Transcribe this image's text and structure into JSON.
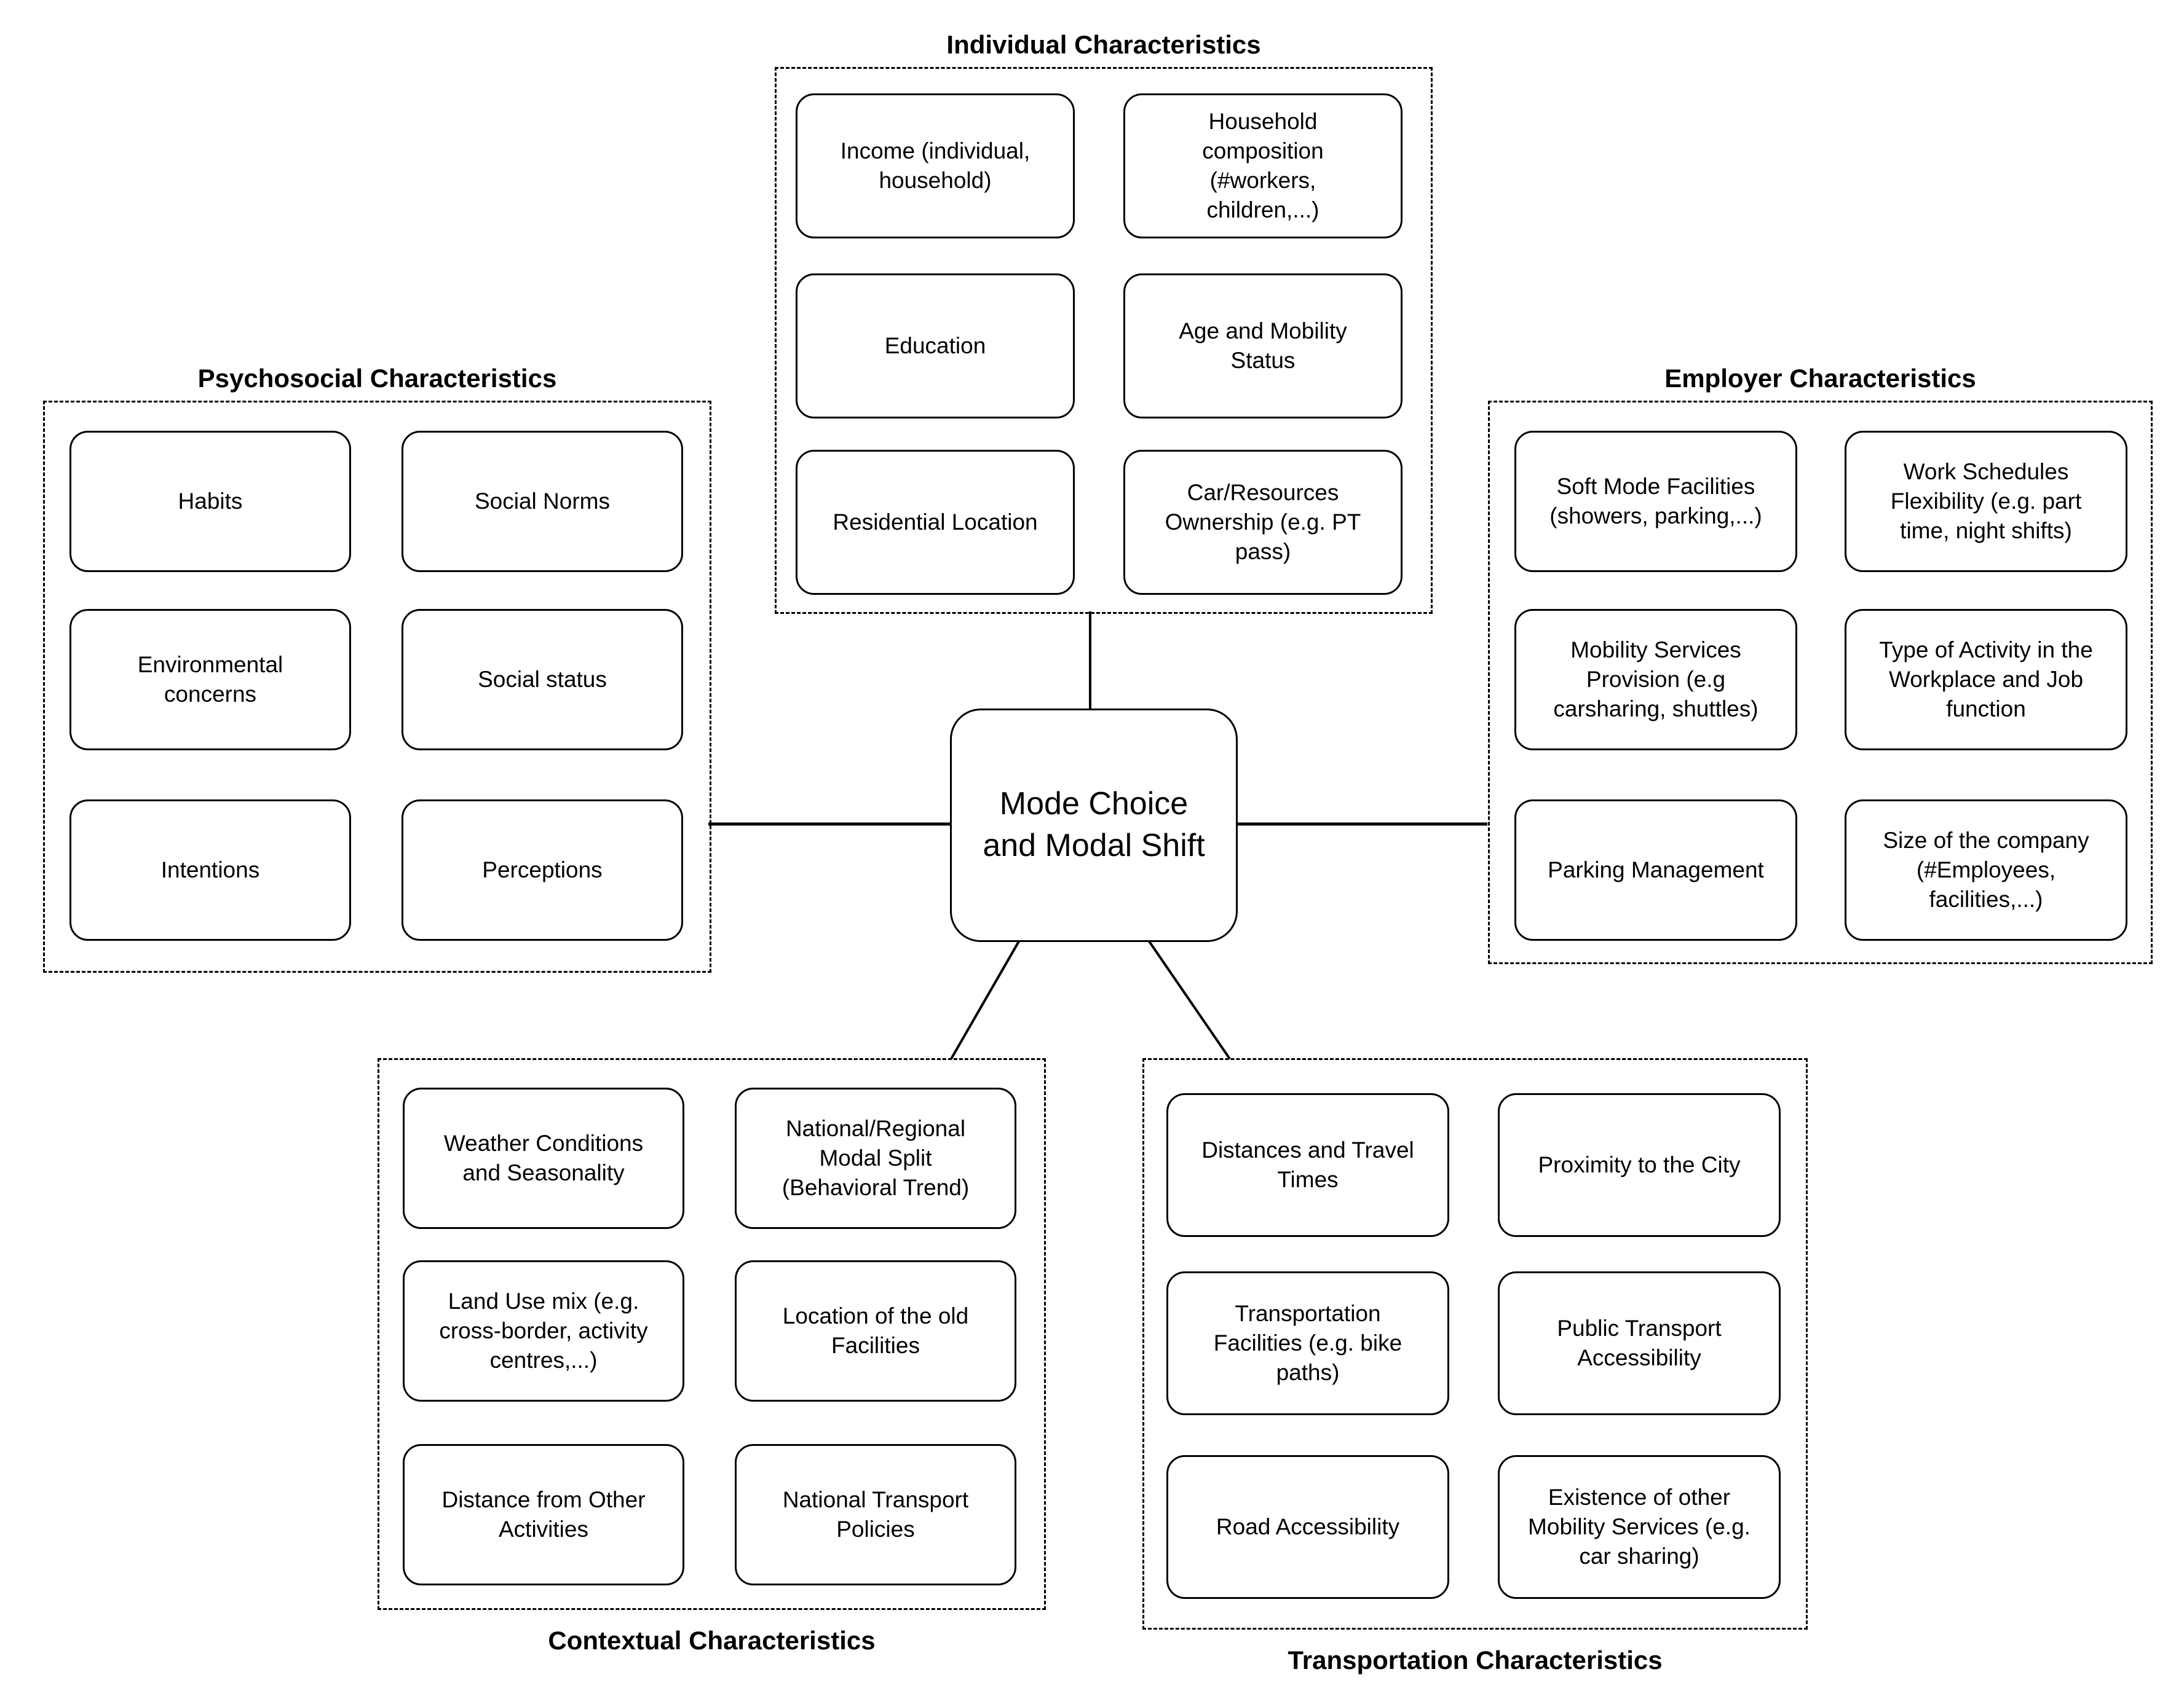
{
  "colors": {
    "ink": "#000000",
    "background": "#ffffff"
  },
  "center": {
    "label": "Mode Choice\nand Modal Shift"
  },
  "groups": {
    "individual": {
      "title": "Individual Characteristics",
      "items": [
        "Income (individual,\nhousehold)",
        "Household\ncomposition\n(#workers,\nchildren,...)",
        "Education",
        "Age and Mobility\nStatus",
        "Residential Location",
        "Car/Resources\nOwnership (e.g. PT\npass)"
      ]
    },
    "psychosocial": {
      "title": "Psychosocial Characteristics",
      "items": [
        "Habits",
        "Social Norms",
        "Environmental\nconcerns",
        "Social status",
        "Intentions",
        "Perceptions"
      ]
    },
    "employer": {
      "title": "Employer Characteristics",
      "items": [
        "Soft Mode Facilities\n(showers, parking,...)",
        "Work Schedules\nFlexibility (e.g. part\ntime, night shifts)",
        "Mobility Services\nProvision (e.g\ncarsharing, shuttles)",
        "Type of Activity in the\nWorkplace and Job\nfunction",
        "Parking Management",
        "Size of the company\n(#Employees,\nfacilities,...)"
      ]
    },
    "contextual": {
      "title": "Contextual Characteristics",
      "items": [
        "Weather Conditions\nand Seasonality",
        "National/Regional\nModal Split\n(Behavioral Trend)",
        "Land Use mix (e.g.\ncross-border, activity\ncentres,...)",
        "Location of the old\nFacilities",
        "Distance from  Other\nActivities",
        "National Transport\nPolicies"
      ]
    },
    "transportation": {
      "title": "Transportation Characteristics",
      "items": [
        "Distances and Travel\nTimes",
        "Proximity to the City",
        "Transportation\nFacilities (e.g. bike\npaths)",
        "Public Transport\nAccessibility",
        "Road Accessibility",
        "Existence of other\nMobility Services (e.g.\ncar sharing)"
      ]
    }
  }
}
